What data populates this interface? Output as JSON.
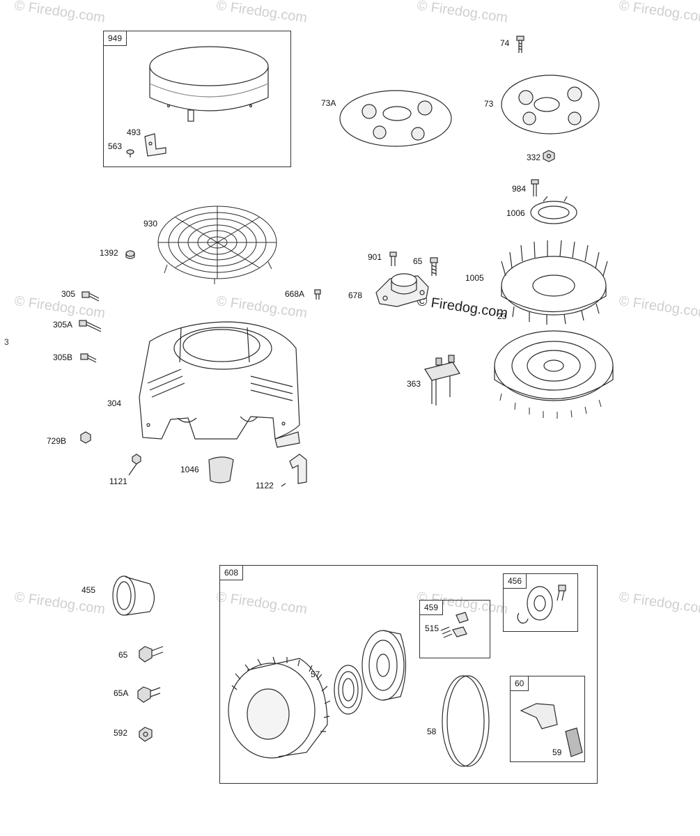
{
  "watermarks": {
    "text": "© Firedog.com",
    "center_text": "© Firedog.com"
  },
  "edge_mark": "3",
  "kits": {
    "k949": "949",
    "k608": "608",
    "k459": "459",
    "k456": "456",
    "k60": "60"
  },
  "parts": {
    "p74": "74",
    "p73A": "73A",
    "p73": "73",
    "p332": "332",
    "p493": "493",
    "p563": "563",
    "p984": "984",
    "p1006": "1006",
    "p930": "930",
    "p1392": "1392",
    "p901": "901",
    "p65top": "65",
    "p1005": "1005",
    "p305": "305",
    "p305A": "305A",
    "p305B": "305B",
    "p668A": "668A",
    "p678": "678",
    "p23": "23",
    "p363": "363",
    "p304": "304",
    "p729B": "729B",
    "p1121": "1121",
    "p1046": "1046",
    "p1122": "1122",
    "p455": "455",
    "p65": "65",
    "p65A": "65A",
    "p592": "592",
    "p515": "515",
    "p57": "57",
    "p58": "58",
    "p59": "59"
  },
  "colors": {
    "line": "#2a2a2a",
    "shade": "#9a9a9a",
    "watermark": "#cfcfcf"
  }
}
